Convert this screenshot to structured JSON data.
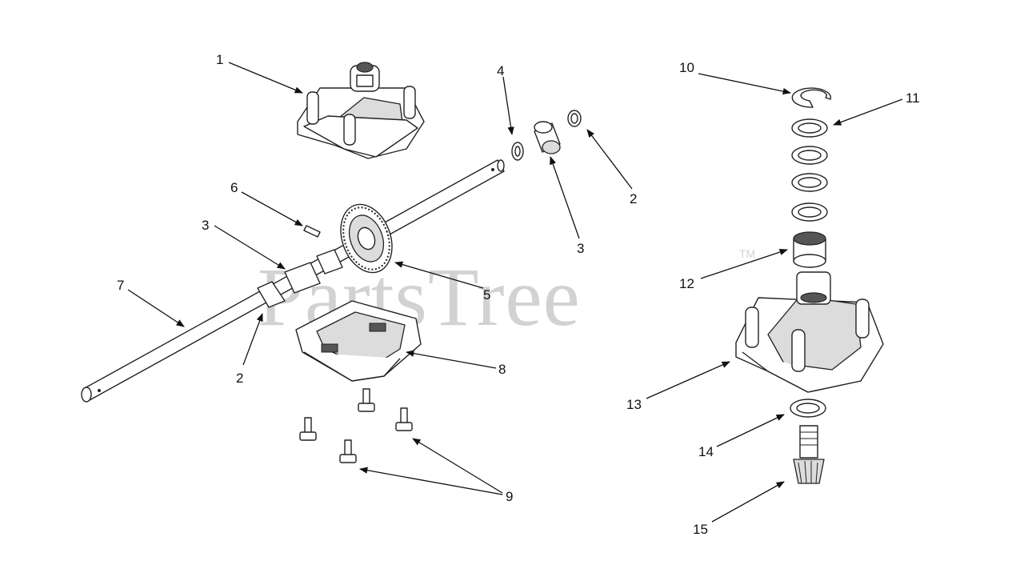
{
  "watermark": {
    "text": "PartsTree",
    "trademark": "TM"
  },
  "callouts": [
    {
      "id": "c1",
      "label": "1"
    },
    {
      "id": "c4",
      "label": "4"
    },
    {
      "id": "c2a",
      "label": "2"
    },
    {
      "id": "c3a",
      "label": "3"
    },
    {
      "id": "c6",
      "label": "6"
    },
    {
      "id": "c3b",
      "label": "3"
    },
    {
      "id": "c7",
      "label": "7"
    },
    {
      "id": "c5",
      "label": "5"
    },
    {
      "id": "c2b",
      "label": "2"
    },
    {
      "id": "c8",
      "label": "8"
    },
    {
      "id": "c9",
      "label": "9"
    },
    {
      "id": "c10",
      "label": "10"
    },
    {
      "id": "c11",
      "label": "11"
    },
    {
      "id": "c12",
      "label": "12"
    },
    {
      "id": "c13",
      "label": "13"
    },
    {
      "id": "c14",
      "label": "14"
    },
    {
      "id": "c15",
      "label": "15"
    }
  ]
}
